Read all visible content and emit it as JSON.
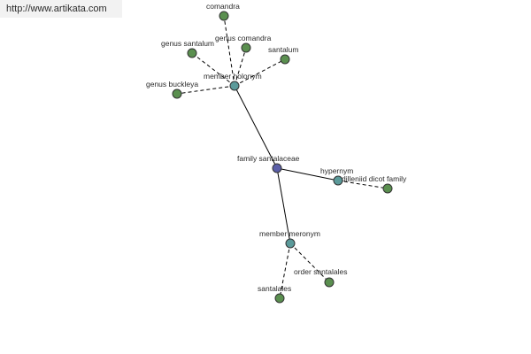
{
  "watermark": "http://www.artikata.com",
  "colors": {
    "center": "#5b5fa8",
    "relation": "#5b9a9a",
    "leaf": "#5a8f4f"
  },
  "nodes": [
    {
      "id": "family-santalaceae",
      "label": "family santalaceae",
      "kind": "center"
    },
    {
      "id": "member-holonym",
      "label": "member holonym",
      "kind": "relation"
    },
    {
      "id": "hypernym",
      "label": "hypernym",
      "kind": "relation"
    },
    {
      "id": "member-meronym",
      "label": "member meronym",
      "kind": "relation"
    },
    {
      "id": "comandra",
      "label": "comandra",
      "kind": "leaf"
    },
    {
      "id": "genus-comandra",
      "label": "genus comandra",
      "kind": "leaf"
    },
    {
      "id": "genus-santalum",
      "label": "genus santalum",
      "kind": "leaf"
    },
    {
      "id": "santalum",
      "label": "santalum",
      "kind": "leaf"
    },
    {
      "id": "genus-buckleya",
      "label": "genus buckleya",
      "kind": "leaf"
    },
    {
      "id": "dilleniid-dicot-family",
      "label": "dilleniid dicot family",
      "kind": "leaf"
    },
    {
      "id": "order-santalales",
      "label": "order santalales",
      "kind": "leaf"
    },
    {
      "id": "santalales",
      "label": "santalales",
      "kind": "leaf"
    }
  ],
  "edges": [
    {
      "from": "family-santalaceae",
      "to": "member-holonym",
      "style": "solid"
    },
    {
      "from": "family-santalaceae",
      "to": "hypernym",
      "style": "solid"
    },
    {
      "from": "family-santalaceae",
      "to": "member-meronym",
      "style": "solid"
    },
    {
      "from": "member-holonym",
      "to": "comandra",
      "style": "dashed"
    },
    {
      "from": "member-holonym",
      "to": "genus-comandra",
      "style": "dashed"
    },
    {
      "from": "member-holonym",
      "to": "genus-santalum",
      "style": "dashed"
    },
    {
      "from": "member-holonym",
      "to": "santalum",
      "style": "dashed"
    },
    {
      "from": "member-holonym",
      "to": "genus-buckleya",
      "style": "dashed"
    },
    {
      "from": "hypernym",
      "to": "dilleniid-dicot-family",
      "style": "dashed"
    },
    {
      "from": "member-meronym",
      "to": "order-santalales",
      "style": "dashed"
    },
    {
      "from": "member-meronym",
      "to": "santalales",
      "style": "dashed"
    }
  ]
}
